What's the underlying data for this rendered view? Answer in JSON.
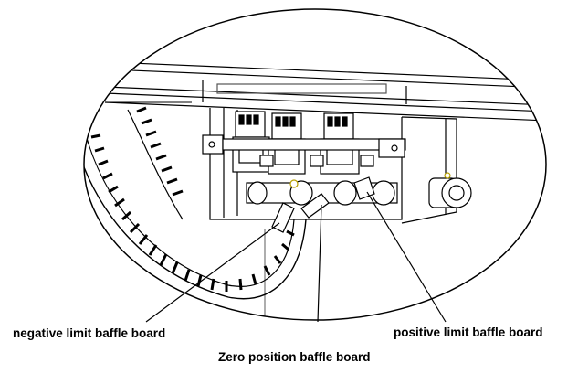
{
  "colors": {
    "ink": "#000000",
    "paper": "#ffffff",
    "gray_line": "#777777"
  },
  "labels": {
    "negative": "negative limit baffle board",
    "zero": "Zero position baffle board",
    "positive": "positive limit baffle board"
  }
}
